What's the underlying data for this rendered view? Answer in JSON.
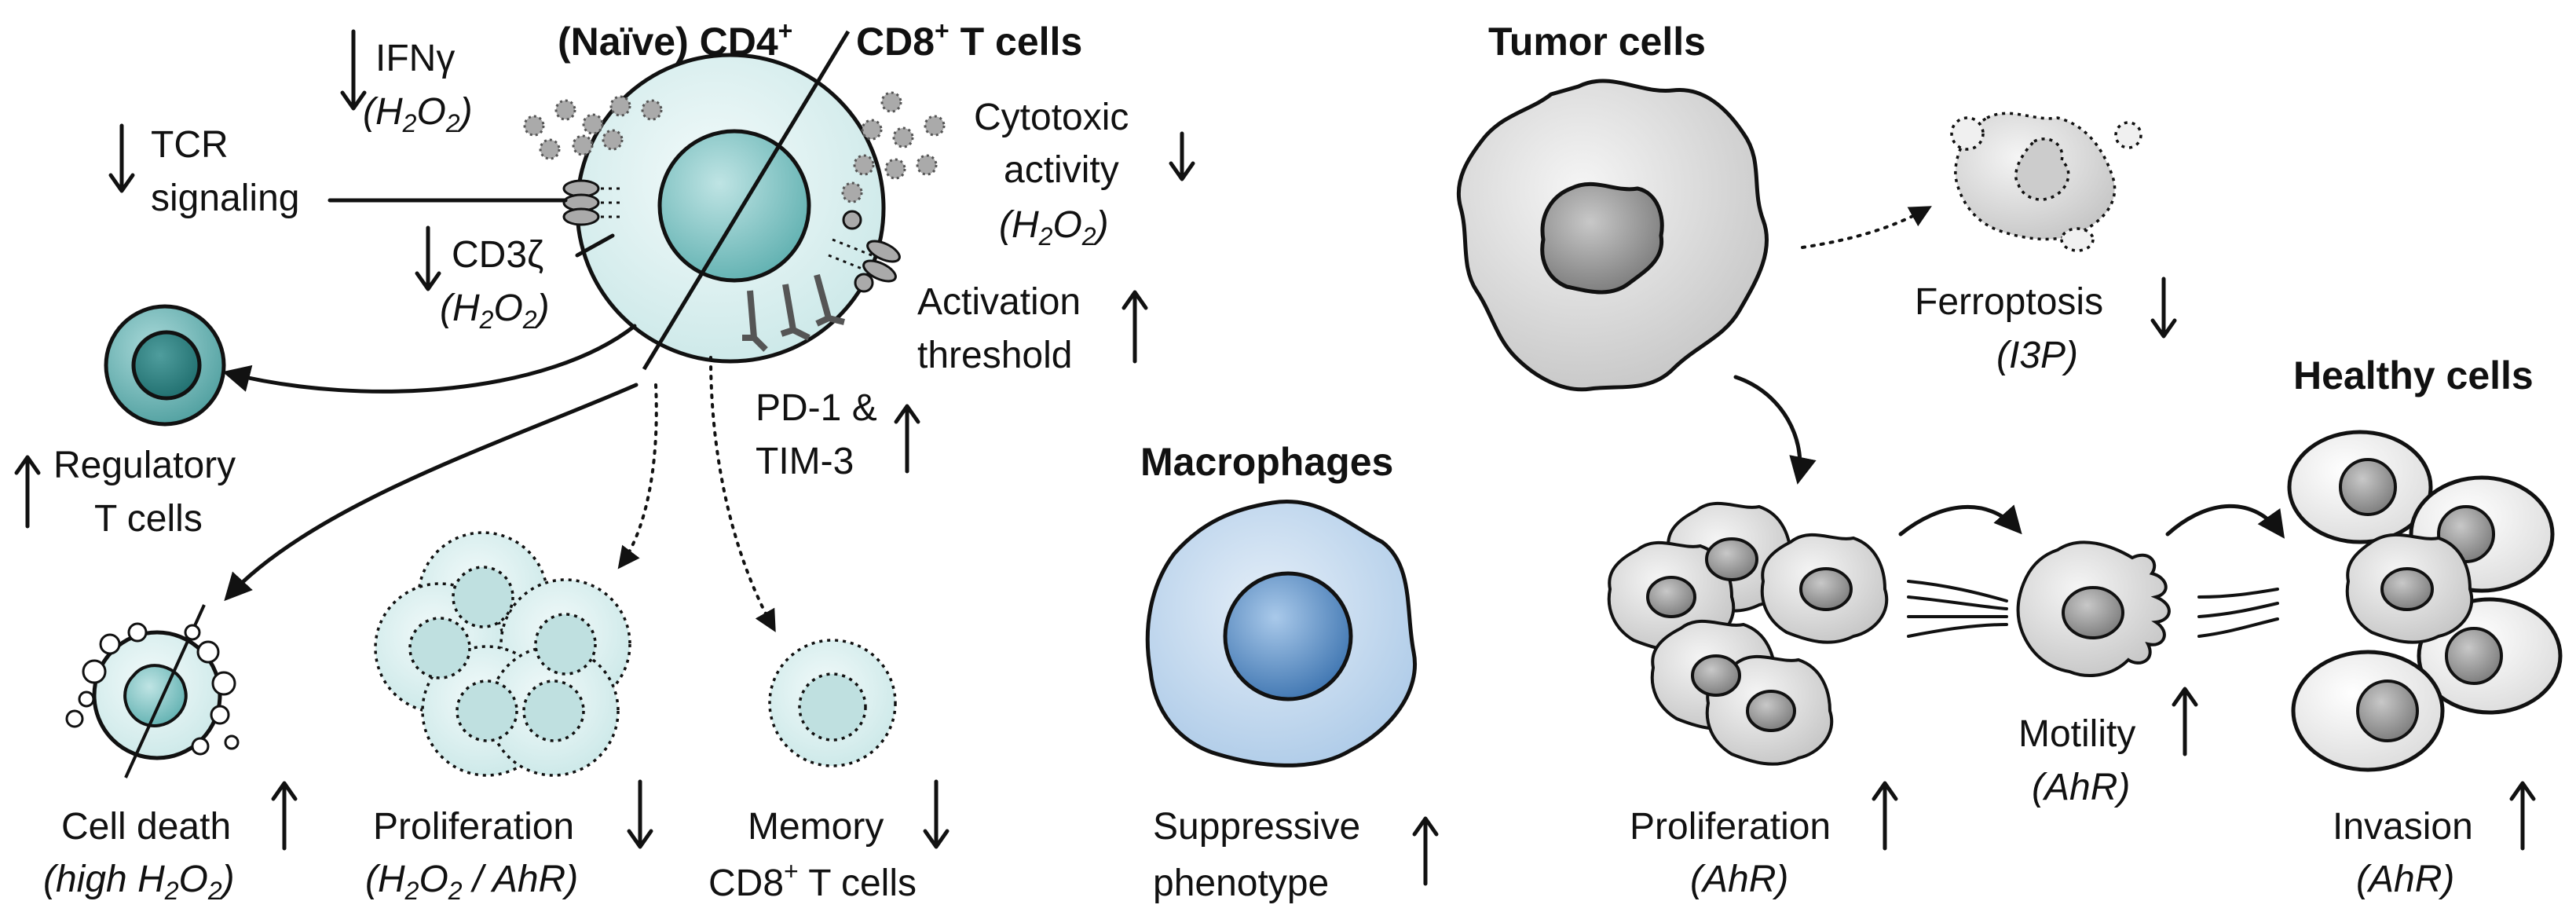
{
  "headers": {
    "t_cells_left": "(Naïve) CD4",
    "t_cells_left_sup": "+",
    "t_cells_right": "CD8",
    "t_cells_right_sup": "+",
    "t_cells_suffix": " T cells",
    "tumor_cells": "Tumor cells",
    "macrophages": "Macrophages",
    "healthy_cells": "Healthy cells"
  },
  "t_cell_effects": {
    "ifng": "IFNγ",
    "ifng_cause_a": "(H",
    "ifng_cause_b": "2",
    "ifng_cause_c": "O",
    "ifng_cause_d": "2",
    "ifng_cause_e": ")",
    "tcr_line1": "TCR",
    "tcr_line2": "signaling",
    "cd3z": "CD3ζ",
    "cd3z_cause_a": "(H",
    "cd3z_cause_b": "2",
    "cd3z_cause_c": "O",
    "cd3z_cause_d": "2",
    "cd3z_cause_e": ")",
    "cytotoxic_line1": "Cytotoxic",
    "cytotoxic_line2": "activity",
    "cytotoxic_cause_a": "(H",
    "cytotoxic_cause_b": "2",
    "cytotoxic_cause_c": "O",
    "cytotoxic_cause_d": "2",
    "cytotoxic_cause_e": ")",
    "activation_line1": "Activation",
    "activation_line2": "threshold",
    "pd1_line1": "PD-1 &",
    "pd1_line2": "TIM-3",
    "treg_line1": "Regulatory",
    "treg_line2": "T cells"
  },
  "t_cell_outcomes": {
    "death": "Cell death",
    "death_cause_a": "high H",
    "death_cause_b": "2",
    "death_cause_c": "O",
    "death_cause_d": "2",
    "prolif": "Proliferation",
    "prolif_cause_a": "(H",
    "prolif_cause_b": "2",
    "prolif_cause_c": "O",
    "prolif_cause_d": "2",
    "prolif_cause_e": " / AhR)",
    "memory_line1": "Memory",
    "memory_line2a": "CD8",
    "memory_line2b": "+",
    "memory_line2c": " T cells"
  },
  "macrophage": {
    "line1": "Suppressive",
    "line2": "phenotype"
  },
  "tumor": {
    "ferroptosis": "Ferroptosis",
    "ferroptosis_cause": "(I3P)",
    "proliferation": "Proliferation",
    "proliferation_cause": "(AhR)",
    "motility": "Motility",
    "motility_cause": "(AhR)",
    "invasion": "Invasion",
    "invasion_cause": "(AhR)"
  },
  "colors": {
    "t_cell_fill": "#d8efef",
    "t_nucleus": "#7cc2c2",
    "treg_fill": "#6fb5b5",
    "tumor_fill": "#dcdcdc",
    "tumor_nucleus": "#9a9a9a",
    "macrophage_fill": "#c9dcef",
    "macrophage_nucleus": "#5b8fc4",
    "healthy_fill": "#eeeeee",
    "outline": "#111111"
  }
}
